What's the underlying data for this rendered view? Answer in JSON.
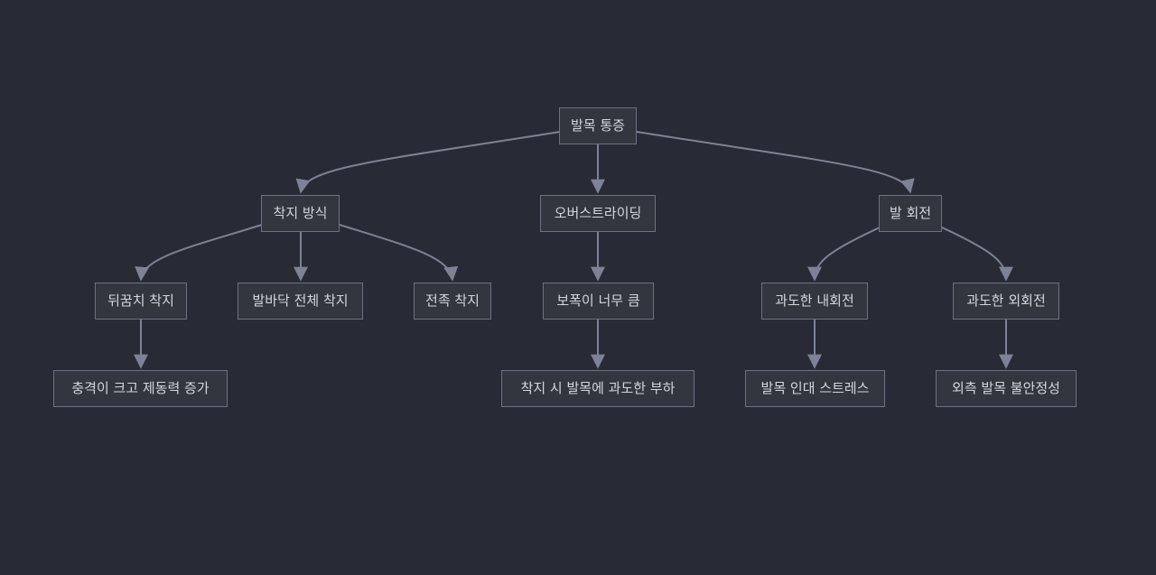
{
  "diagram": {
    "nodes": {
      "root": "발목 통증",
      "landing": "착지 방식",
      "overstriding": "오버스트라이딩",
      "foot_rotation": "발 회전",
      "heel_strike": "뒤꿈치 착지",
      "full_foot": "발바닥 전체 착지",
      "forefoot": "전족 착지",
      "stride_long": "보폭이 너무 큼",
      "over_pronation": "과도한 내회전",
      "over_supination": "과도한 외회전",
      "impact": "충격이 크고 제동력 증가",
      "ankle_load": "착지 시 발목에 과도한 부하",
      "ligament_stress": "발목 인대 스트레스",
      "lateral_instability": "외측 발목 불안정성"
    },
    "colors": {
      "background": "#282b35",
      "node_fill": "#33363f",
      "node_border": "#6c7184",
      "edge": "#7d8296",
      "text": "#d3d6de"
    }
  }
}
